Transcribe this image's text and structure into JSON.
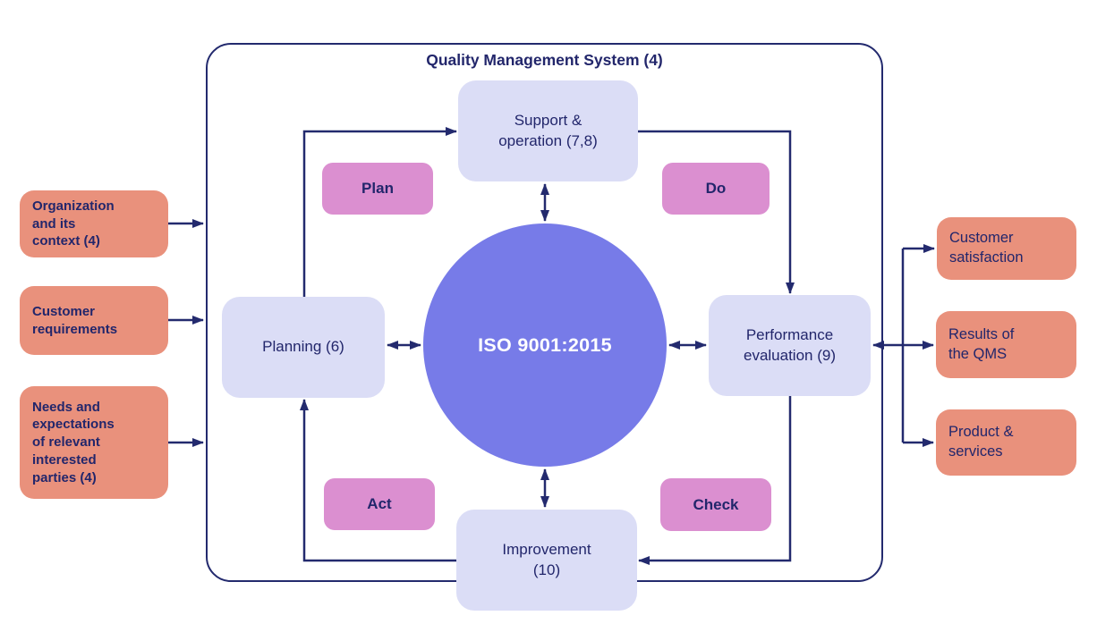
{
  "colors": {
    "navy_text": "#22266b",
    "line": "#232a6e",
    "circle_fill": "#777be8",
    "process_box_fill": "#dbddf6",
    "pdca_fill": "#db8fd0",
    "io_fill": "#e9917c",
    "circle_text": "#ffffff",
    "background": "#ffffff"
  },
  "diagram": {
    "title": "Quality Management System (4)",
    "center_label": "ISO 9001:2015",
    "process_boxes": {
      "support": {
        "label": "Support &\noperation (7,8)"
      },
      "planning": {
        "label": "Planning (6)"
      },
      "performance": {
        "label": "Performance\nevaluation (9)"
      },
      "improvement": {
        "label": "Improvement\n(10)"
      }
    },
    "pdca": {
      "plan": "Plan",
      "do": "Do",
      "act": "Act",
      "check": "Check"
    },
    "inputs": [
      {
        "label": "Organization\nand its\ncontext (4)"
      },
      {
        "label": "Customer\nrequirements"
      },
      {
        "label": "Needs and\nexpectations\nof relevant\ninterested\nparties (4)"
      }
    ],
    "outputs": [
      {
        "label": "Customer\nsatisfaction"
      },
      {
        "label": "Results of\nthe QMS"
      },
      {
        "label": "Product &\nservices"
      }
    ]
  }
}
